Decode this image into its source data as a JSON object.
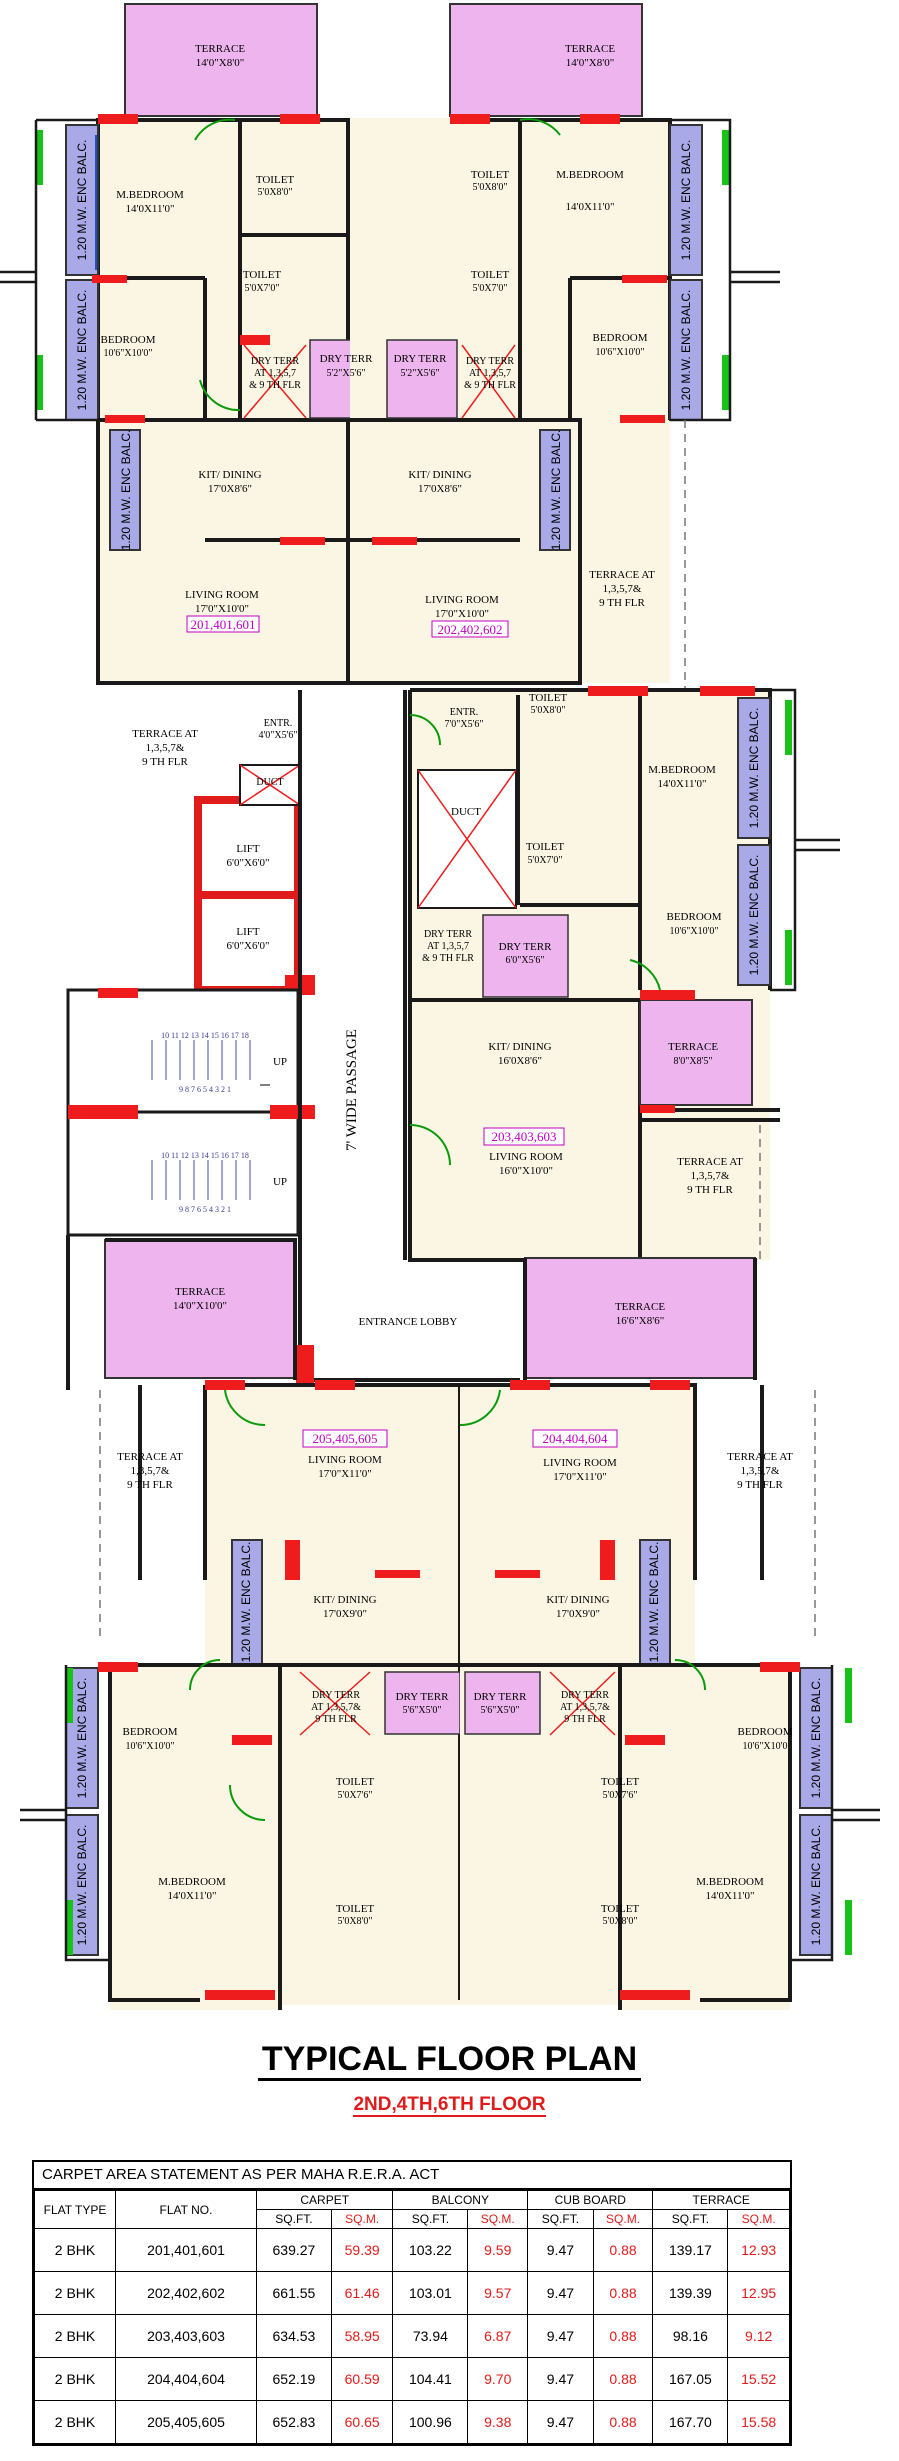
{
  "labels": {
    "terrace_top": "TERRACE",
    "terrace_top_dim": "14'0\"X8'0\"",
    "mbed": "M.BEDROOM",
    "mbed_dim": "14'0X11'0\"",
    "mbed_dim2": "14'0X11'0\"",
    "bed": "BEDROOM",
    "bed_dim": "10'6\"X10'0\"",
    "bed_dim_s": "10'6\"X10'0\"",
    "bed_dim_s2": "10'6\"X10'0",
    "toilet": "TOILET",
    "toilet_dim_a": "5'0X8'0\"",
    "toilet_dim_b": "5'0X7'0\"",
    "toilet_dim_c": "5'0X7'6\"",
    "toilet_dim_d": "5'0X8'0\"",
    "enc_balc": "1.20 M.W. ENC BALC.",
    "dry_terr": "DRY TERR",
    "dry_terr_dim": "5'2\"X5'6\"",
    "dry_terr_at": "DRY TERR",
    "dry_terr_at2": "AT 1,3,5,7",
    "dry_terr_at3": "& 9 TH FLR",
    "dry_terr_at_b2": "AT 1,3,5,7&",
    "dry_terr_at_b3": "9 TH FLR",
    "kit": "KIT/ DINING",
    "kit_dim_a": "17'0X8'6\"",
    "kit_dim_b": "16'0X8'6\"",
    "kit_dim_c": "17'0X9'0\"",
    "living": "LIVING ROOM",
    "living_dim_a": "17'0\"X10'0\"",
    "living_dim_b": "16'0\"X10'0\"",
    "living_dim_c": "17'0\"X11'0\"",
    "flat_201": "201,401,601",
    "flat_202": "202,402,602",
    "flat_203": "203,403,603",
    "flat_204": "204,404,604",
    "flat_205": "205,405,605",
    "terrace_at": "TERRACE AT",
    "terrace_at2": "1,3,5,7&",
    "terrace_at3": "9 TH FLR",
    "entr": "ENTR.",
    "entr_dim_a": "4'0\"X5'6\"",
    "entr_dim_b": "7'0\"X5'6\"",
    "duct": "DUCT",
    "lift": "LIFT",
    "lift_dim": "6'0\"X6'0\"",
    "dry_terr_dim_b": "6'0\"X5'6\"",
    "dry_terr_dim_c": "5'6\"X5'0\"",
    "terrace_mid": "TERRACE",
    "terrace_mid_dim": "8'0\"X8'5\"",
    "passage": "7' WIDE PASSAGE",
    "up": "UP",
    "stair_a": "9 8 7 6 5 4 3 2 1",
    "stair_b": "10 11 12 13 14 15 16 17 18",
    "terrace_l_dim": "14'0\"X10'0\"",
    "terrace_r_dim": "16'6\"X8'6\"",
    "lobby": "ENTRANCE LOBBY"
  },
  "title": "TYPICAL FLOOR PLAN",
  "subtitle": "2ND,4TH,6TH FLOOR",
  "table": {
    "heading": "CARPET AREA STATEMENT AS PER MAHA R.E.R.A. ACT",
    "col_flat_type": "FLAT TYPE",
    "col_flat_no": "FLAT NO.",
    "groups": [
      "CARPET",
      "BALCONY",
      "CUB BOARD",
      "TERRACE"
    ],
    "unit_sqft": "SQ.FT.",
    "unit_sqm": "SQ.M.",
    "rows": [
      {
        "type": "2 BHK",
        "flat": "201,401,601",
        "c_ft": "639.27",
        "c_m": "59.39",
        "b_ft": "103.22",
        "b_m": "9.59",
        "cb_ft": "9.47",
        "cb_m": "0.88",
        "t_ft": "139.17",
        "t_m": "12.93"
      },
      {
        "type": "2 BHK",
        "flat": "202,402,602",
        "c_ft": "661.55",
        "c_m": "61.46",
        "b_ft": "103.01",
        "b_m": "9.57",
        "cb_ft": "9.47",
        "cb_m": "0.88",
        "t_ft": "139.39",
        "t_m": "12.95"
      },
      {
        "type": "2 BHK",
        "flat": "203,403,603",
        "c_ft": "634.53",
        "c_m": "58.95",
        "b_ft": "73.94",
        "b_m": "6.87",
        "cb_ft": "9.47",
        "cb_m": "0.88",
        "t_ft": "98.16",
        "t_m": "9.12"
      },
      {
        "type": "2 BHK",
        "flat": "204,404,604",
        "c_ft": "652.19",
        "c_m": "60.59",
        "b_ft": "104.41",
        "b_m": "9.70",
        "cb_ft": "9.47",
        "cb_m": "0.88",
        "t_ft": "167.05",
        "t_m": "15.52"
      },
      {
        "type": "2 BHK",
        "flat": "205,405,605",
        "c_ft": "652.83",
        "c_m": "60.65",
        "b_ft": "100.96",
        "b_m": "9.38",
        "cb_ft": "9.47",
        "cb_m": "0.88",
        "t_ft": "167.70",
        "t_m": "15.58"
      }
    ]
  }
}
